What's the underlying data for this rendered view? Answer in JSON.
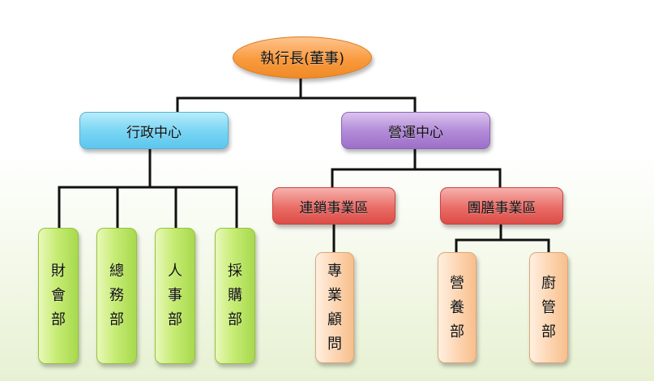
{
  "ceo": {
    "label": "執行長(董事)"
  },
  "centers": {
    "admin": {
      "label": "行政中心"
    },
    "operations": {
      "label": "營運中心"
    }
  },
  "divisions": {
    "chain": {
      "label": "連鎖事業區"
    },
    "catering": {
      "label": "團膳事業區"
    }
  },
  "departments": {
    "finance": {
      "chars": [
        "財",
        "會",
        "部"
      ]
    },
    "general_affairs": {
      "chars": [
        "總",
        "務",
        "部"
      ]
    },
    "hr": {
      "chars": [
        "人",
        "事",
        "部"
      ]
    },
    "procurement": {
      "chars": [
        "採",
        "購",
        "部"
      ]
    },
    "consultant": {
      "chars": [
        "專",
        "業",
        "顧",
        "問"
      ]
    },
    "nutrition": {
      "chars": [
        "營",
        "養",
        "部"
      ]
    },
    "kitchen": {
      "chars": [
        "廚",
        "管",
        "部"
      ]
    }
  },
  "colors": {
    "ceo": "#f99a3e",
    "admin": "#7bd6f4",
    "operations": "#b38cd8",
    "division": "#ea6c66",
    "admin_department": "#c7ec75",
    "ops_department": "#fdd6b3",
    "connector": "#111111"
  }
}
